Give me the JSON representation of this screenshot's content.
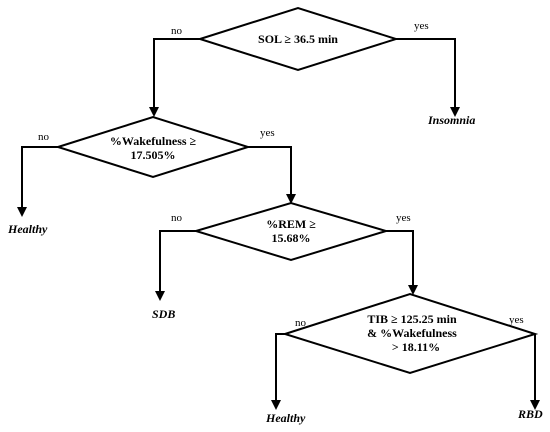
{
  "decision_tree": {
    "nodes": [
      {
        "id": "sol",
        "lines": [
          "SOL ≥ 36.5 min"
        ],
        "no_label": "no",
        "yes_label": "yes"
      },
      {
        "id": "wake",
        "lines": [
          "%Wakefulness ≥",
          "17.505%"
        ],
        "no_label": "no",
        "yes_label": "yes"
      },
      {
        "id": "rem",
        "lines": [
          "%REM ≥",
          "15.68%"
        ],
        "no_label": "no",
        "yes_label": "yes"
      },
      {
        "id": "tib",
        "lines": [
          "TIB ≥ 125.25 min",
          "& %Wakefulness",
          "> 18.11%"
        ],
        "no_label": "no",
        "yes_label": "yes"
      }
    ],
    "leaves": {
      "insomnia": "Insomnia",
      "healthy_1": "Healthy",
      "sdb": "SDB",
      "healthy_2": "Healthy",
      "rbd": "RBD"
    }
  }
}
